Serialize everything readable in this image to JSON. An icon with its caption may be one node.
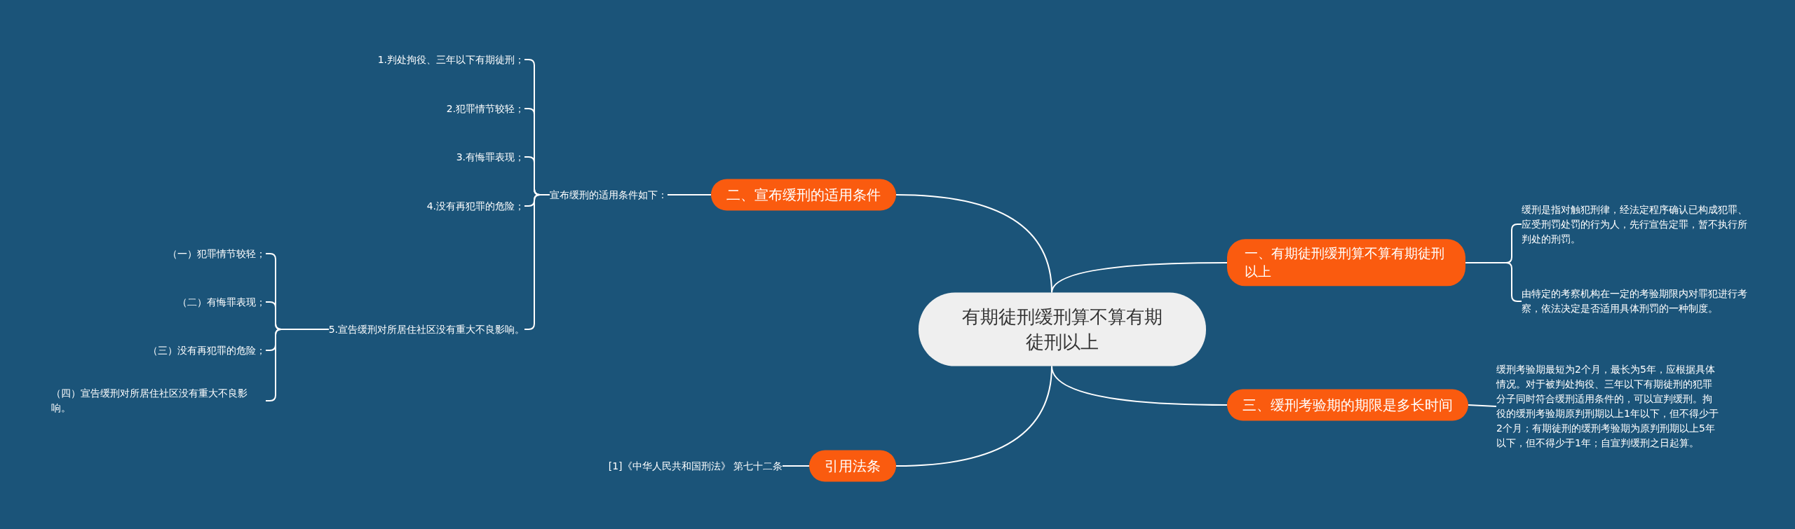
{
  "diagram": {
    "nodes": [
      {
        "text": [
          "有期徒刑缓刑算不算有期徒刑以上"
        ]
      },
      {
        "text": [
          "二、宣布缓刑的适用条件"
        ]
      },
      {
        "text": [
          "宣布缓刑的适用条件如下："
        ]
      },
      {
        "text": [
          "1.判处拘役、三年以下有期徒刑；"
        ]
      },
      {
        "text": [
          "2.犯罪情节较轻；"
        ]
      },
      {
        "text": [
          "3.有悔罪表现；"
        ]
      },
      {
        "text": [
          "4.没有再犯罪的危险；"
        ]
      },
      {
        "text": [
          "5.宣告缓刑对所居住社区没有重大不良影响。"
        ]
      },
      {
        "text": [
          "（一）犯罪情节较轻；"
        ]
      },
      {
        "text": [
          "（二）有悔罪表现；"
        ]
      },
      {
        "text": [
          "（三）没有再犯罪的危险；"
        ]
      },
      {
        "text": [
          "（四）宣告缓刑对所居住社区没有重大不良影响。"
        ]
      },
      {
        "text": [
          "一、有期徒刑缓刑算不算有期徒刑以上"
        ]
      },
      {
        "text": [
          "缓刑是指对触犯刑律，经法定程序确认已构成犯罪、应受刑罚处罚的行为人，先行宣告定罪，暂不执行所判处的刑罚。"
        ]
      },
      {
        "text": [
          "由特定的考察机构在一定的考验期限内对罪犯进行考察，依法决定是否适用具体刑罚的一种制度。"
        ]
      },
      {
        "text": [
          "三、缓刑考验期的期限是多长时间"
        ]
      },
      {
        "text": [
          "缓刑考验期最短为2个月，最长为5年，应根据具体情况。对于被判处拘役、三年以下有期徒刑的犯罪分子同时符合缓刑适用条件的，可以宣判缓刑。拘役的缓刑考验期原判刑期以上1年以下，但不得少于2个月；有期徒刑的缓刑考验期为原判刑期以上5年以下，但不得少于1年；自宣判缓刑之日起算。"
        ]
      },
      {
        "text": [
          "引用法条"
        ]
      },
      {
        "text": [
          "[1]《中华人民共和国刑法》 第七十二条"
        ]
      }
    ],
    "edges": [
      {
        "from": 0,
        "to": 1,
        "arrow": "none"
      },
      {
        "from": 1,
        "to": 2,
        "arrow": "none"
      },
      {
        "from": 2,
        "to": 3,
        "arrow": "none"
      },
      {
        "from": 2,
        "to": 4,
        "arrow": "none"
      },
      {
        "from": 2,
        "to": 5,
        "arrow": "none"
      },
      {
        "from": 2,
        "to": 6,
        "arrow": "none"
      },
      {
        "from": 2,
        "to": 7,
        "arrow": "none"
      },
      {
        "from": 7,
        "to": 8,
        "arrow": "none"
      },
      {
        "from": 7,
        "to": 9,
        "arrow": "none"
      },
      {
        "from": 7,
        "to": 10,
        "arrow": "none"
      },
      {
        "from": 7,
        "to": 11,
        "arrow": "none"
      },
      {
        "from": 0,
        "to": 12,
        "arrow": "none"
      },
      {
        "from": 12,
        "to": 13,
        "arrow": "none"
      },
      {
        "from": 12,
        "to": 14,
        "arrow": "none"
      },
      {
        "from": 0,
        "to": 15,
        "arrow": "none"
      },
      {
        "from": 15,
        "to": 16,
        "arrow": "none"
      },
      {
        "from": 0,
        "to": 17,
        "arrow": "none"
      },
      {
        "from": 17,
        "to": 18,
        "arrow": "none"
      }
    ]
  }
}
